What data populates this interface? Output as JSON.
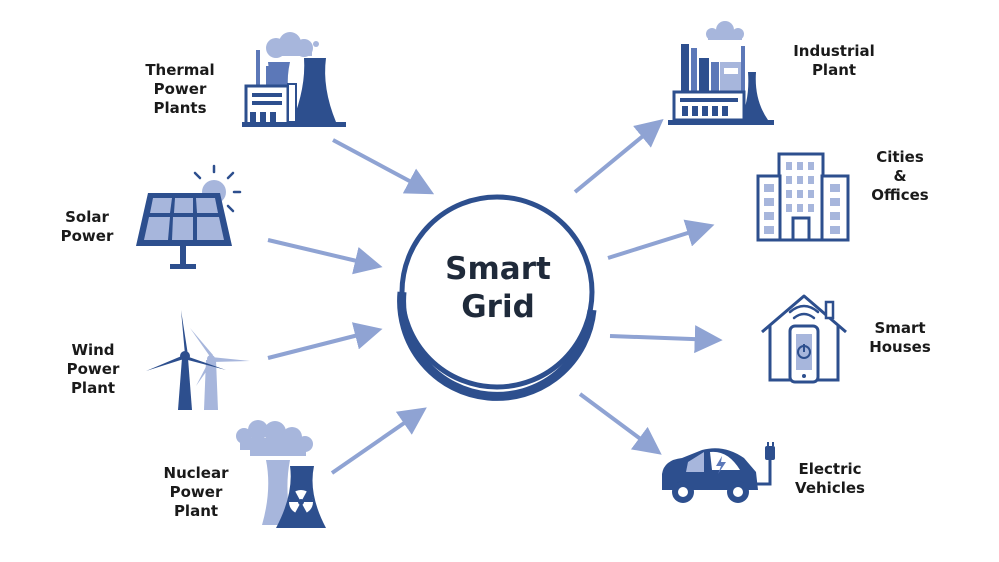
{
  "center": {
    "line1": "Smart",
    "line2": "Grid"
  },
  "sources": [
    {
      "id": "thermal",
      "icon": "thermal-power-plant-icon",
      "lines": [
        "Thermal",
        "Power",
        "Plants"
      ]
    },
    {
      "id": "solar",
      "icon": "solar-panel-icon",
      "lines": [
        "Solar",
        "Power"
      ]
    },
    {
      "id": "wind",
      "icon": "wind-turbine-icon",
      "lines": [
        "Wind",
        "Power",
        "Plant"
      ]
    },
    {
      "id": "nuclear",
      "icon": "nuclear-power-plant-icon",
      "lines": [
        "Nuclear",
        "Power",
        "Plant"
      ]
    }
  ],
  "consumers": [
    {
      "id": "industrial",
      "icon": "industrial-plant-icon",
      "lines": [
        "Industrial",
        "Plant"
      ]
    },
    {
      "id": "cities",
      "icon": "office-building-icon",
      "lines": [
        "Cities",
        "&",
        "Offices"
      ]
    },
    {
      "id": "houses",
      "icon": "smart-house-icon",
      "lines": [
        "Smart",
        "Houses"
      ]
    },
    {
      "id": "vehicles",
      "icon": "electric-vehicle-icon",
      "lines": [
        "Electric",
        "Vehicles"
      ]
    }
  ],
  "colors": {
    "dark": "#2d4f8e",
    "mid": "#5c78b8",
    "light": "#a7b6dc",
    "arrow": "#8fa3d3",
    "text": "#1a1a1a"
  }
}
